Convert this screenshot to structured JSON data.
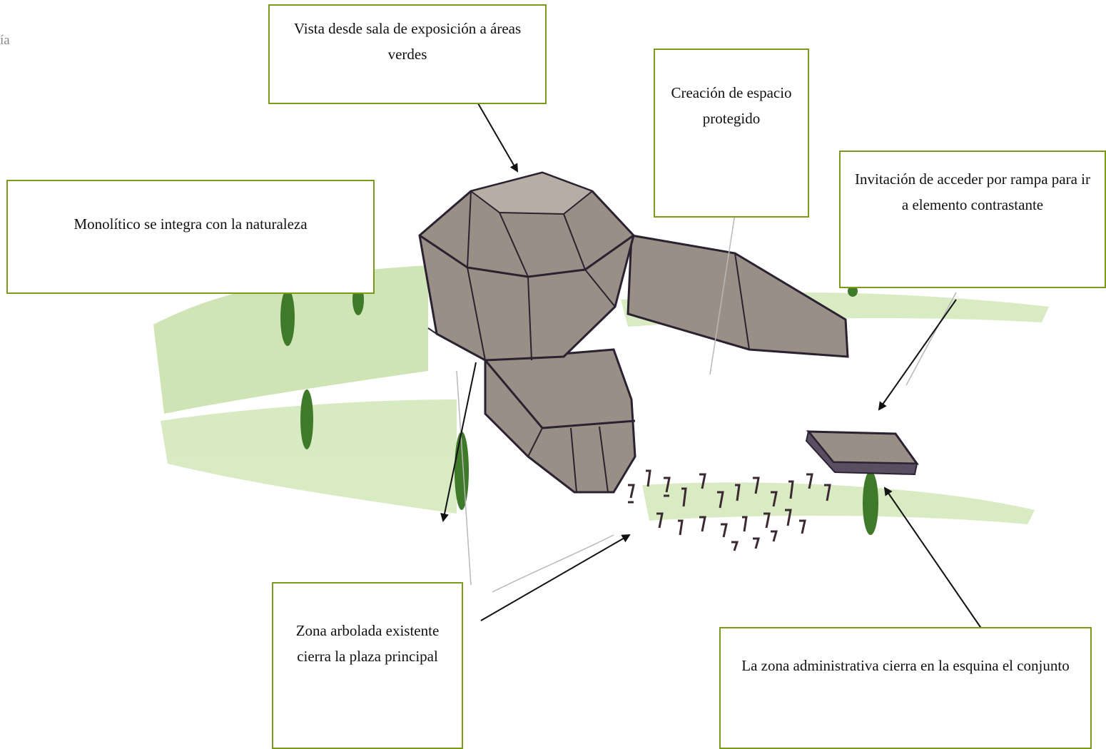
{
  "corner_text": "ía",
  "callouts": {
    "vista": "Vista desde sala de exposición a áreas verdes",
    "creacion": "Creación de espacio protegido",
    "monolitico": "Monolítico se integra con la naturaleza",
    "invitacion": "Invitación de acceder por rampa para ir a elemento contrastante",
    "zona_arbolada": "Zona arbolada existente cierra la plaza principal",
    "administrativa": "La zona administrativa cierra en la esquina el conjunto"
  },
  "colors": {
    "box_border": "#7a9a1a",
    "building_fill": "#9a8f86",
    "grass": "#7fb24a",
    "tree": "#3f7a2a",
    "ink": "#2a2230"
  }
}
